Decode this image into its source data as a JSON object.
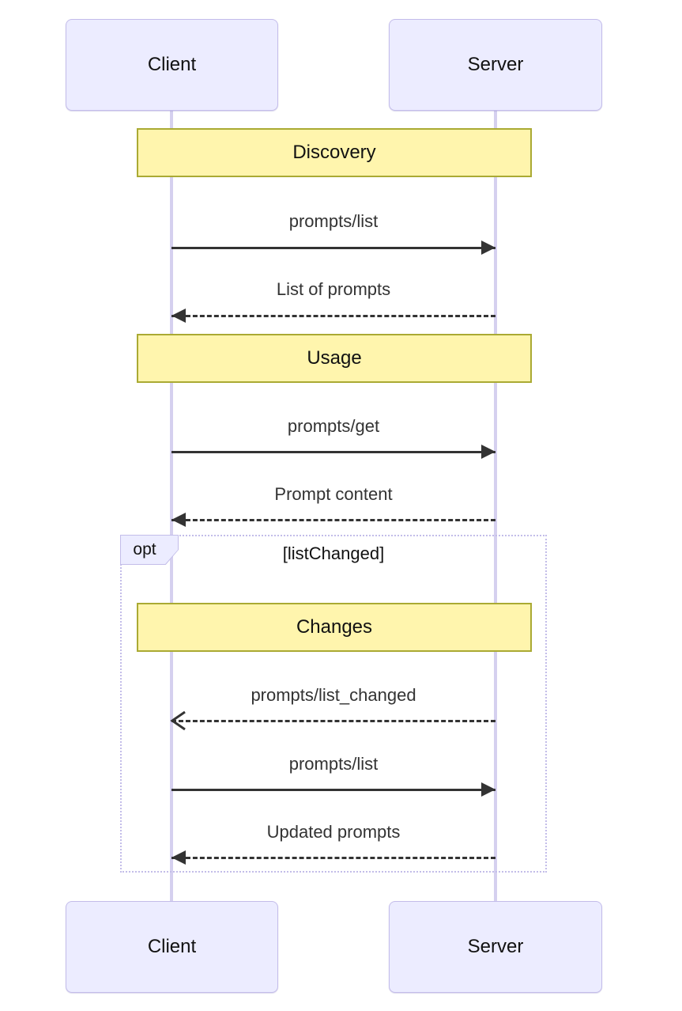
{
  "diagram_type": "sequence-diagram",
  "actors": {
    "client": "Client",
    "server": "Server"
  },
  "dividers": {
    "discovery": "Discovery",
    "usage": "Usage",
    "changes": "Changes"
  },
  "messages": [
    {
      "label": "prompts/list",
      "from": "Client",
      "to": "Server",
      "line": "solid",
      "arrowhead": "filled"
    },
    {
      "label": "List of prompts",
      "from": "Server",
      "to": "Client",
      "line": "dashed",
      "arrowhead": "filled"
    },
    {
      "label": "prompts/get",
      "from": "Client",
      "to": "Server",
      "line": "solid",
      "arrowhead": "filled"
    },
    {
      "label": "Prompt content",
      "from": "Server",
      "to": "Client",
      "line": "dashed",
      "arrowhead": "filled"
    },
    {
      "label": "prompts/list_changed",
      "from": "Server",
      "to": "Client",
      "line": "dashed",
      "arrowhead": "open"
    },
    {
      "label": "prompts/list",
      "from": "Client",
      "to": "Server",
      "line": "solid",
      "arrowhead": "filled"
    },
    {
      "label": "Updated prompts",
      "from": "Server",
      "to": "Client",
      "line": "dashed",
      "arrowhead": "filled"
    }
  ],
  "fragment": {
    "keyword": "opt",
    "condition": "[listChanged]"
  },
  "colors": {
    "actor_fill": "#ECECFF",
    "actor_border": "#c3bcea",
    "lifeline": "#d5d0ef",
    "divider_fill": "#FFF5AD",
    "divider_border": "#AAAA33",
    "fragment_border": "#c3bde9",
    "arrow": "#333333",
    "text": "#111111"
  }
}
